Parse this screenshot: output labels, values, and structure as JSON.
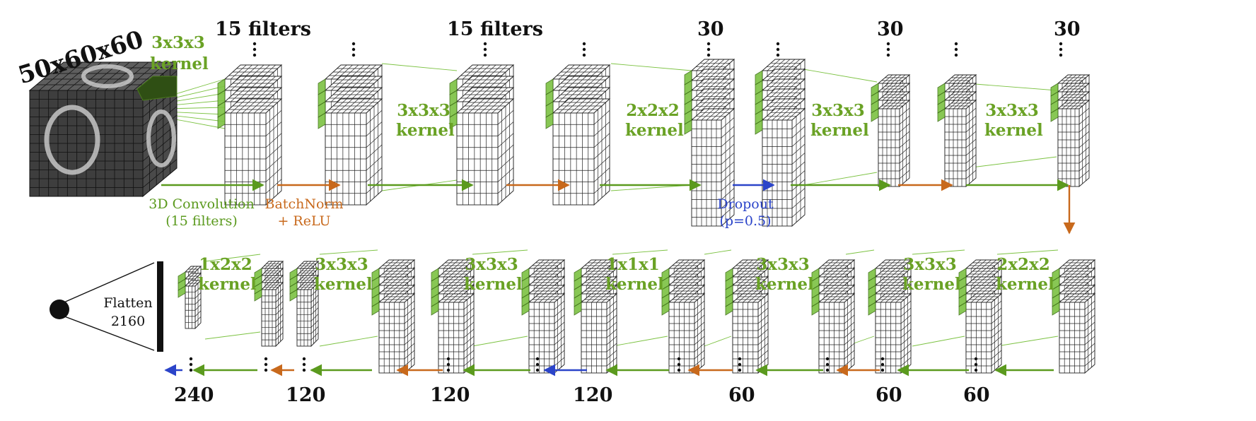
{
  "input": {
    "size_label": "50x60x60",
    "kernel_line1": "3x3x3",
    "kernel_line2": "kernel"
  },
  "top_counts": [
    "15 filters",
    "15 filters",
    "30",
    "30",
    "30"
  ],
  "top_kernels": [
    {
      "line1": "3x3x3",
      "line2": "kernel"
    },
    {
      "line1": "2x2x2",
      "line2": "kernel"
    },
    {
      "line1": "3x3x3",
      "line2": "kernel"
    },
    {
      "line1": "3x3x3",
      "line2": "kernel"
    }
  ],
  "bottom_kernels": [
    {
      "line1": "1x2x2",
      "line2": "kernel"
    },
    {
      "line1": "3x3x3",
      "line2": "kernel"
    },
    {
      "line1": "3x3x3",
      "line2": "kernel"
    },
    {
      "line1": "1x1x1",
      "line2": "kernel"
    },
    {
      "line1": "3x3x3",
      "line2": "kernel"
    },
    {
      "line1": "3x3x3",
      "line2": "kernel"
    },
    {
      "line1": "2x2x2",
      "line2": "kernel"
    }
  ],
  "bottom_counts": [
    "240",
    "120",
    "120",
    "120",
    "60",
    "60",
    "60"
  ],
  "legend": {
    "conv_line1": "3D Convolution",
    "conv_line2": "(15 filters)",
    "bn_line1": "BatchNorm",
    "bn_line2": "+ ReLU",
    "drop_line1": "Dropout",
    "drop_line2": "(p=0.5)"
  },
  "output": {
    "flatten_line1": "Flatten",
    "flatten_line2": "2160"
  },
  "colors": {
    "conv": "#5b9a1e",
    "batchnorm": "#c8691c",
    "dropout": "#2b44c9",
    "kernel_text": "#6aa225",
    "highlight": "#7cc242"
  }
}
